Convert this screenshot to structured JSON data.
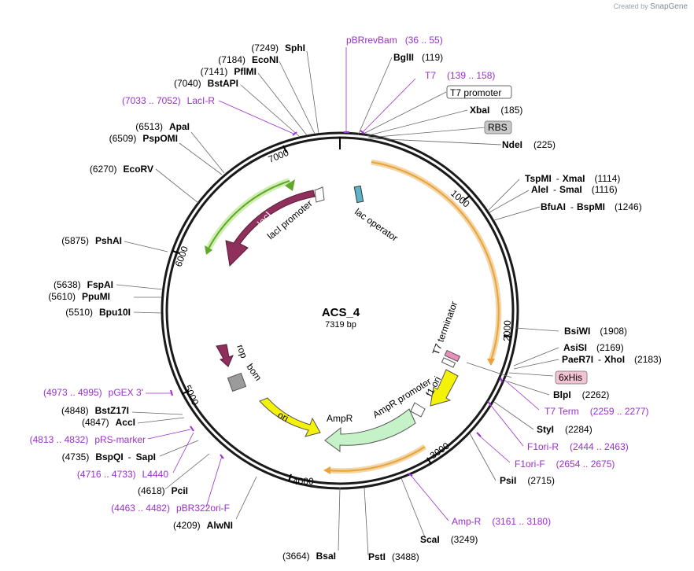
{
  "credit": {
    "prefix": "Created by",
    "brand": "SnapGene"
  },
  "plasmid": {
    "name": "ACS_4",
    "size": "7319 bp"
  },
  "ticks": [
    "1000",
    "2000",
    "3000",
    "4000",
    "5000",
    "6000",
    "7000"
  ],
  "sites_left": [
    {
      "name": "SphI",
      "pos": "(7249)"
    },
    {
      "name": "EcoNI",
      "pos": "(7184)"
    },
    {
      "name": "PflMI",
      "pos": "(7141)"
    },
    {
      "name": "BstAPI",
      "pos": "(7040)"
    },
    {
      "name": "LacI-R",
      "pos": "(7033 .. 7052)"
    },
    {
      "name": "ApaI",
      "pos": "(6513)"
    },
    {
      "name": "PspOMI",
      "pos": "(6509)"
    },
    {
      "name": "EcoRV",
      "pos": "(6270)"
    },
    {
      "name": "PshAI",
      "pos": "(5875)"
    },
    {
      "name": "FspAI",
      "pos": "(5638)"
    },
    {
      "name": "PpuMI",
      "pos": "(5610)"
    },
    {
      "name": "Bpu10I",
      "pos": "(5510)"
    },
    {
      "name": "pGEX 3'",
      "pos": "(4973 .. 4995)"
    },
    {
      "name": "BstZ17I",
      "pos": "(4848)"
    },
    {
      "name": "AccI",
      "pos": "(4847)"
    },
    {
      "name": "pRS-marker",
      "pos": "(4813 .. 4832)"
    },
    {
      "name": "BspQI",
      "name2": "SapI",
      "pos": "(4735)"
    },
    {
      "name": "L4440",
      "pos": "(4716 .. 4733)"
    },
    {
      "name": "PciI",
      "pos": "(4618)"
    },
    {
      "name": "pBR322ori-F",
      "pos": "(4463 .. 4482)"
    },
    {
      "name": "AlwNI",
      "pos": "(4209)"
    },
    {
      "name": "BsaI",
      "pos": "(3664)"
    }
  ],
  "sites_right": [
    {
      "name": "pBRrevBam",
      "pos": "(36 .. 55)"
    },
    {
      "name": "BglII",
      "pos": "(119)"
    },
    {
      "name": "T7",
      "pos": "(139 .. 158)"
    },
    {
      "name": "T7 promoter"
    },
    {
      "name": "XbaI",
      "pos": "(185)"
    },
    {
      "name": "RBS"
    },
    {
      "name": "NdeI",
      "pos": "(225)"
    },
    {
      "name": "TspMI",
      "name2": "XmaI",
      "pos": "(1114)"
    },
    {
      "name": "AleI",
      "name2": "SmaI",
      "pos": "(1116)"
    },
    {
      "name": "BfuAI",
      "name2": "BspMI",
      "pos": "(1246)"
    },
    {
      "name": "BsiWI",
      "pos": "(1908)"
    },
    {
      "name": "AsiSI",
      "pos": "(2169)"
    },
    {
      "name": "PaeR7I",
      "name2": "XhoI",
      "pos": "(2183)"
    },
    {
      "name": "6xHis"
    },
    {
      "name": "BlpI",
      "pos": "(2262)"
    },
    {
      "name": "T7 Term",
      "pos": "(2259 .. 2277)"
    },
    {
      "name": "StyI",
      "pos": "(2284)"
    },
    {
      "name": "F1ori-R",
      "pos": "(2444 .. 2463)"
    },
    {
      "name": "F1ori-F",
      "pos": "(2654 .. 2675)"
    },
    {
      "name": "PsiI",
      "pos": "(2715)"
    },
    {
      "name": "Amp-R",
      "pos": "(3161 .. 3180)"
    },
    {
      "name": "ScaI",
      "pos": "(3249)"
    },
    {
      "name": "PstI",
      "pos": "(3488)"
    }
  ],
  "features": {
    "lacI": "lacI",
    "lacI_promoter": "lacI promoter",
    "lac_operator": "lac operator",
    "T7_terminator": "T7 terminator",
    "f1_ori": "f1 ori",
    "AmpR_promoter": "AmpR promoter",
    "AmpR": "AmpR",
    "ori": "ori",
    "rop": "rop",
    "bom": "bom"
  },
  "colors": {
    "backbone": "#1a1a1a",
    "feature_orange": "#e8a33c",
    "feature_green": "#7fcf3f",
    "lacI": "#8f2f5c",
    "ampR": "#c6f2c8",
    "ori": "#f5f20a",
    "primer": "#9b2fd0",
    "bom": "#9b9b9b"
  }
}
